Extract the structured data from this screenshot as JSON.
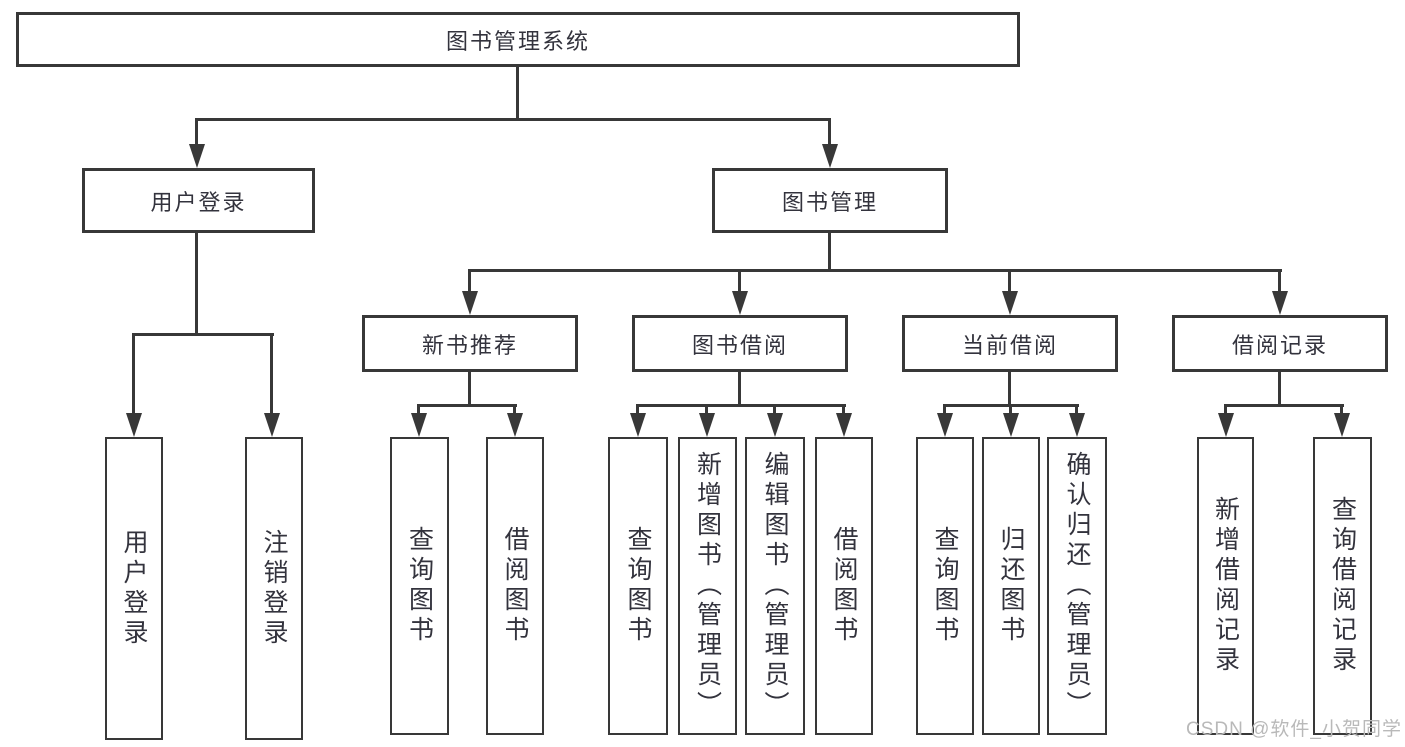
{
  "tree": {
    "root": {
      "label": "图书管理系统"
    },
    "level2": [
      {
        "label": "用户登录",
        "children": [
          {
            "label": "用户登录"
          },
          {
            "label": "注销登录"
          }
        ]
      },
      {
        "label": "图书管理",
        "children": [
          {
            "label": "新书推荐",
            "children": [
              {
                "label": "查询图书"
              },
              {
                "label": "借阅图书"
              }
            ]
          },
          {
            "label": "图书借阅",
            "children": [
              {
                "label": "查询图书"
              },
              {
                "label": "新增图书（管理员）"
              },
              {
                "label": "编辑图书（管理员）"
              },
              {
                "label": "借阅图书"
              }
            ]
          },
          {
            "label": "当前借阅",
            "children": [
              {
                "label": "查询图书"
              },
              {
                "label": "归还图书"
              },
              {
                "label": "确认归还（管理员）"
              }
            ]
          },
          {
            "label": "借阅记录",
            "children": [
              {
                "label": "新增借阅记录"
              },
              {
                "label": "查询借阅记录"
              }
            ]
          }
        ]
      }
    ]
  },
  "watermark": "CSDN @软件_小贺同学",
  "colors": {
    "line": "#383838",
    "text": "#33333d",
    "background": "#ffffff",
    "watermark": "#b9b9b9"
  }
}
